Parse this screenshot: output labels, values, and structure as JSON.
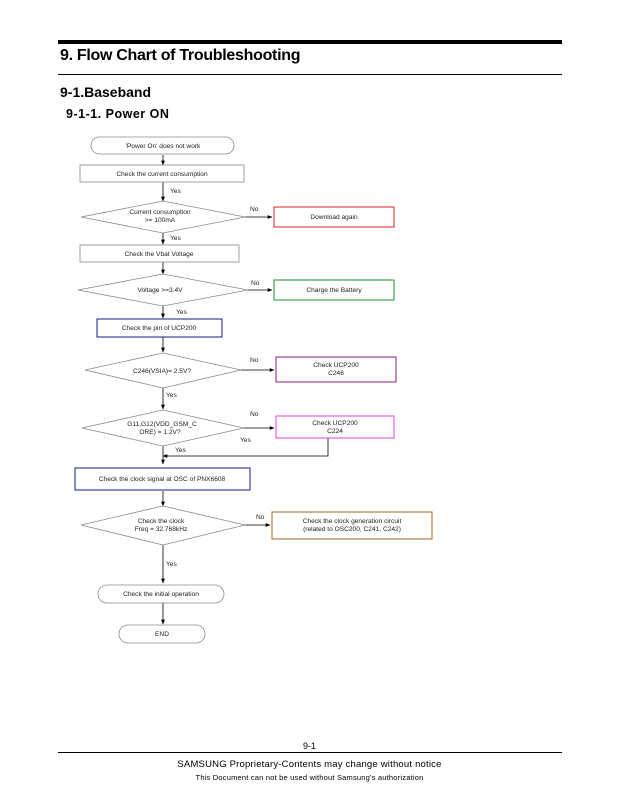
{
  "header": {
    "chapter_title": "9. Flow Chart of Troubleshooting",
    "section_title": "9-1.Baseband",
    "subsection_title": "9-1-1. Power ON"
  },
  "flow": {
    "start": "'Power On' does not work",
    "check_consumption": "Check the current consumption",
    "q_consumption_line1": "Current consumption",
    "q_consumption_line2": ">= 100mA",
    "download_again": "Download again",
    "check_vbat": "Check the Vbat Voltage",
    "q_voltage": "Voltage >=3.4V",
    "charge_battery": "Charge the Battery",
    "check_pin": "Check the pin of UCP200",
    "q_c246": "C246(VSIA)= 2.5V?",
    "check_ucp_c246_line1": "Check UCP200",
    "check_ucp_c246_line2": "C246",
    "q_g11_line1": "G11,G12(VDD_GSM_C",
    "q_g11_line2": "ORE) = 1.2V?",
    "check_ucp_c224_line1": "Check UCP200",
    "check_ucp_c224_line2": "C224",
    "check_clock_signal": "Check the clock signal at OSC of PNX6608",
    "q_clock_line1": "Check the clock",
    "q_clock_line2": "Freq = 32.768kHz",
    "clock_circuit_line1": "Check the clock generation circuit",
    "clock_circuit_line2": "(related to OSC200, C241, C242)",
    "check_initial": "Check the initial operation",
    "end": "END",
    "yes": "Yes",
    "no": "No"
  },
  "footer": {
    "page_number": "9-1",
    "line1": "SAMSUNG Proprietary-Contents may change without notice",
    "line2": "This Document can not be used without Samsung's authorization"
  },
  "colors": {
    "red_box": "#e02020",
    "green_box": "#1e8c2e",
    "navy_box": "#1a1a8c",
    "purple_box": "#8b1a8b",
    "magenta_box": "#e040e0",
    "brown_box": "#a0651a",
    "grey_box": "#8a8a8a"
  }
}
